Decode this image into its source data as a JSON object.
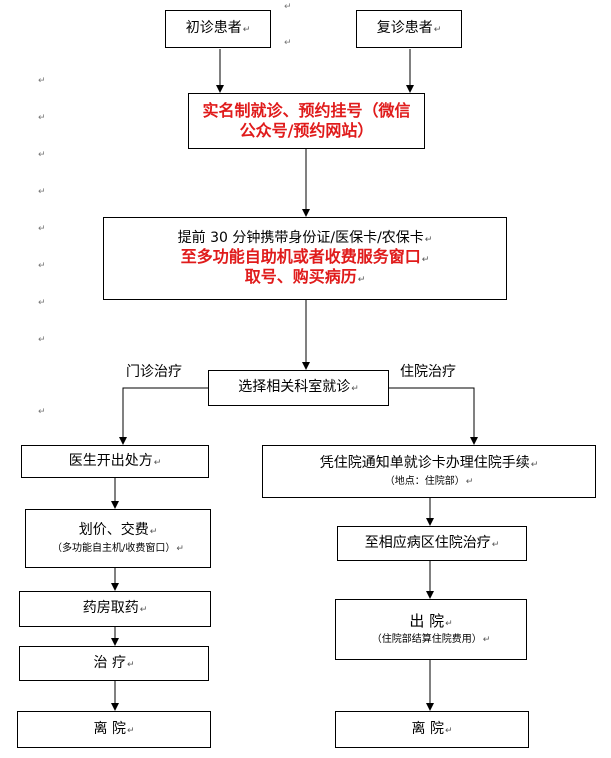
{
  "para_mark": "↵",
  "nodes": {
    "first_visit": "初诊患者",
    "return_visit": "复诊患者",
    "realname_line1": "实名制就诊、预约挂号（微信",
    "realname_line2": "公众号/预约网站）",
    "prep_line1": "提前 30 分钟携带身份证/医保卡/农保卡",
    "prep_line2": "至多功能自助机或者收费服务窗口",
    "prep_line3": "取号、购买病历",
    "select_dept": "选择相关科室就诊",
    "doctor_rx": "医生开出处方",
    "pricing": "划价、交费",
    "pricing_note": "（多功能自主机/收费窗口）",
    "pharmacy": "药房取药",
    "treatment": "治  疗",
    "discharge_left": "离  院",
    "admission": "凭住院通知单就诊卡办理住院手续",
    "admission_note": "（地点：住院部）",
    "ward": "至相应病区住院治疗",
    "checkout": "出  院",
    "checkout_note": "（住院部结算住院费用）",
    "discharge_right": "离  院"
  },
  "branch_labels": {
    "outpatient": "门诊治疗",
    "inpatient": "住院治疗"
  },
  "colors": {
    "highlight": "#e01b1b",
    "line": "#000000"
  }
}
